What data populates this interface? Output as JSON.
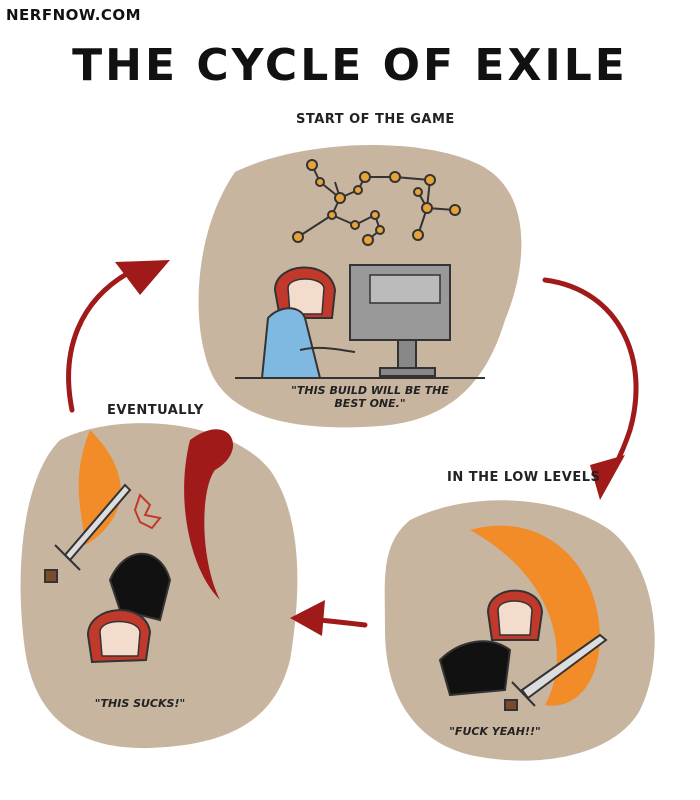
{
  "site": "NERFNOW.COM",
  "title": "THE CYCLE OF EXILE",
  "panels": {
    "start": {
      "label": "START OF THE GAME",
      "quote_emph": "\"THIS",
      "quote_rest1": " BUILD WILL BE THE",
      "quote_rest2": "BEST ONE.\""
    },
    "low": {
      "label": "IN THE LOW LEVELS",
      "quote": "\"FUCK YEAH!!\""
    },
    "eventually": {
      "label": "EVENTUALLY",
      "quote": "\"THIS SUCKS!\""
    }
  },
  "colors": {
    "blob": "#c8b5a0",
    "arrow": "#a01a1a",
    "hair": "#c0392b",
    "flame": "#f28c28",
    "shirt": "#7fb8e0"
  },
  "icons": [
    "skill-tree-icon",
    "monitor-icon",
    "sword-icon",
    "flame-icon",
    "anger-mark-icon"
  ]
}
